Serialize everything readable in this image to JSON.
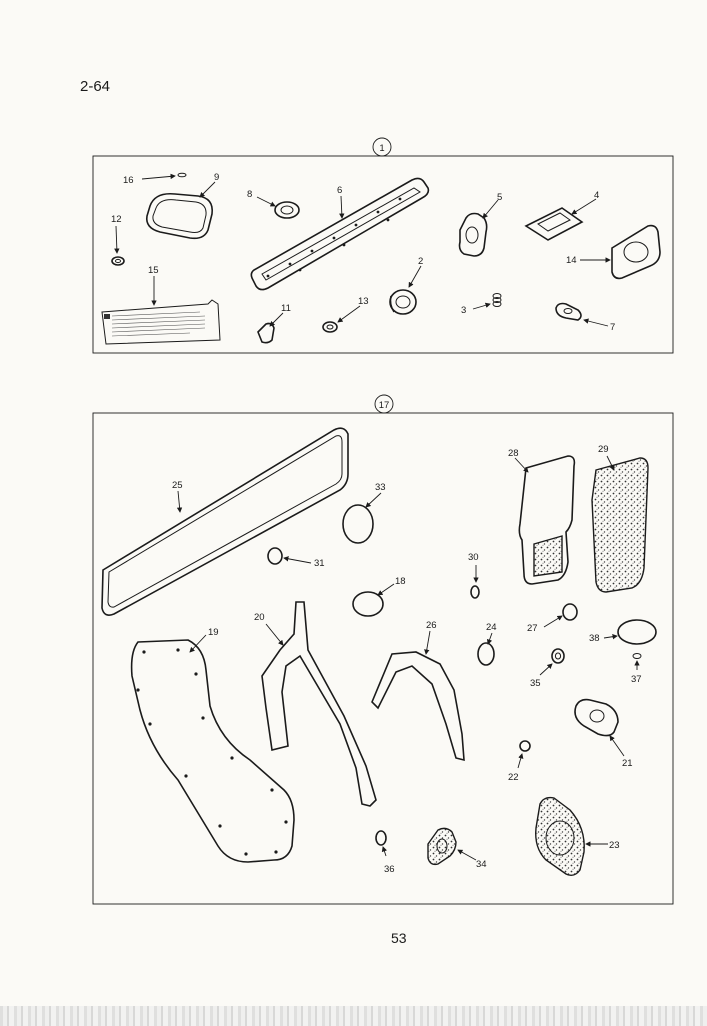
{
  "page": {
    "top_number": "2-64",
    "bottom_number": "53"
  },
  "kit_upper": {
    "callout": "1",
    "labels": [
      "16",
      "9",
      "8",
      "6",
      "5",
      "4",
      "12",
      "15",
      "14",
      "2",
      "11",
      "13",
      "3",
      "7"
    ]
  },
  "kit_lower": {
    "callout": "17",
    "labels": [
      "25",
      "33",
      "28",
      "29",
      "31",
      "30",
      "18",
      "20",
      "19",
      "26",
      "24",
      "27",
      "38",
      "35",
      "37",
      "21",
      "22",
      "36",
      "34",
      "23"
    ]
  }
}
